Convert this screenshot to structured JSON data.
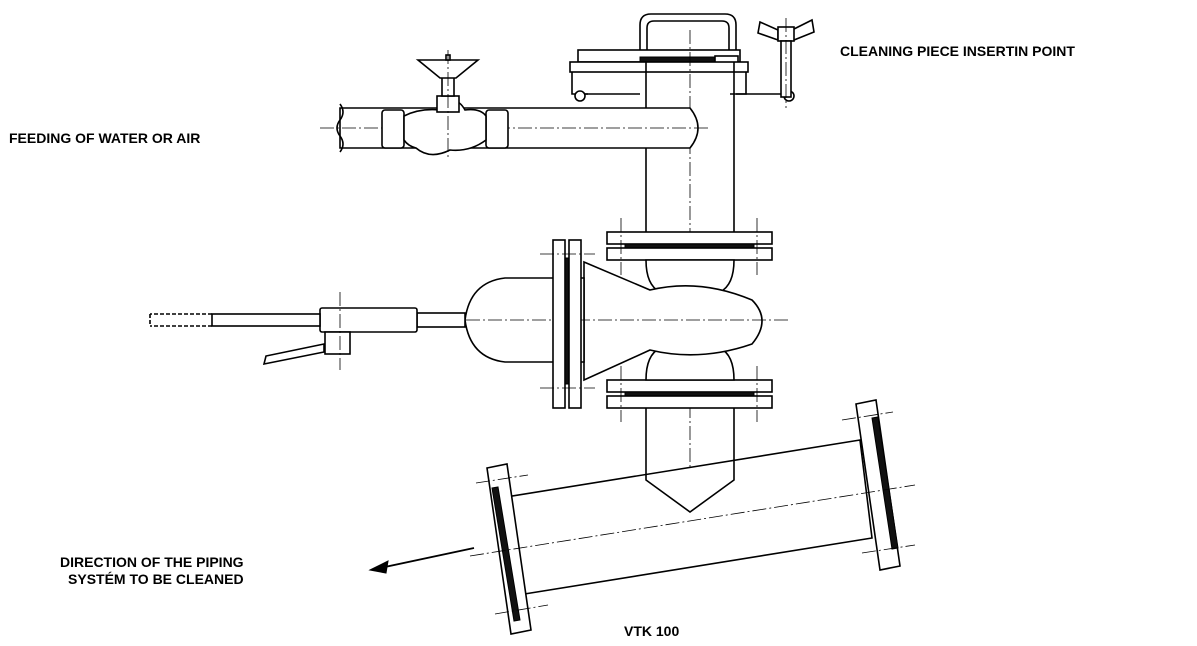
{
  "labels": {
    "insertion_point": "CLEANING PIECE INSERTIN POINT",
    "feeding": "FEEDING OF WATER OR AIR",
    "direction_line1": "DIRECTION OF THE PIPING",
    "direction_line2": "SYSTÉM TO BE CLEANED",
    "model": "VTK 100"
  },
  "colors": {
    "line": "#000000",
    "background": "#ffffff",
    "seal": "#111111"
  }
}
